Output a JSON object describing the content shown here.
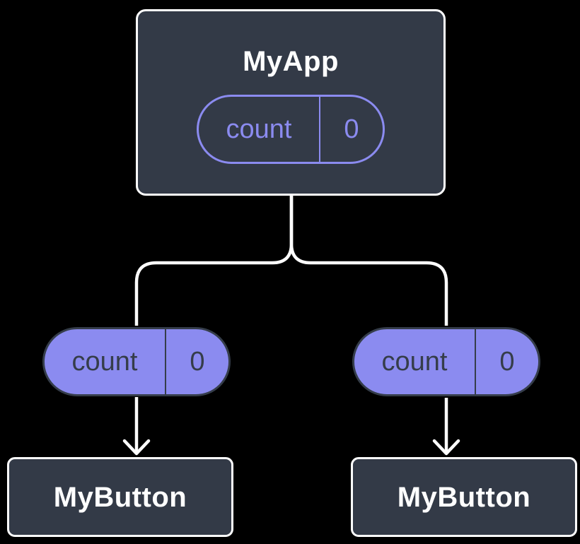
{
  "diagram": {
    "description": "React component tree passing state down as props",
    "background_color": "#000000",
    "colors": {
      "node_fill": "#333A47",
      "node_border": "#FFFFFF",
      "accent_purple": "#8B8BF0",
      "pill_dark": "#353D4A",
      "connector": "#FFFFFF",
      "title_text": "#FFFFFF"
    },
    "root_node": {
      "title": "MyApp",
      "state_pill": {
        "name": "count",
        "value": "0"
      }
    },
    "child_nodes": [
      {
        "title": "MyButton",
        "prop_pill": {
          "name": "count",
          "value": "0"
        }
      },
      {
        "title": "MyButton",
        "prop_pill": {
          "name": "count",
          "value": "0"
        }
      }
    ]
  }
}
